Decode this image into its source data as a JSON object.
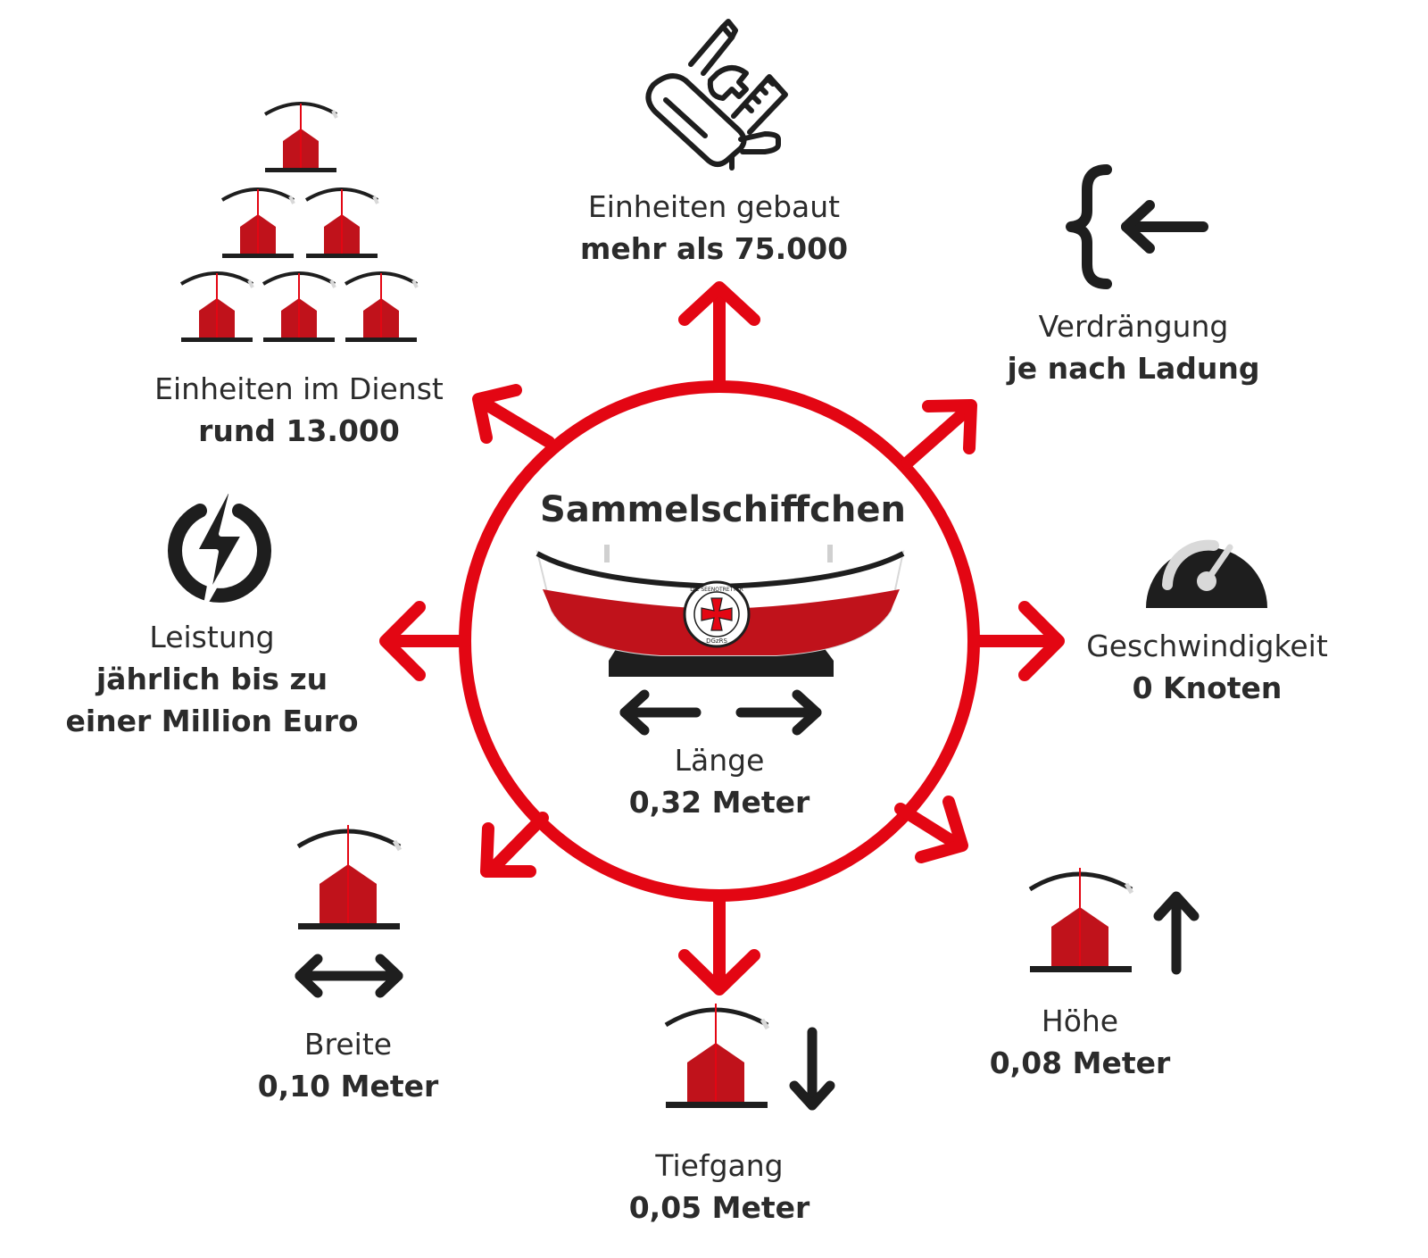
{
  "title": "Sammelschiffchen",
  "badge": {
    "text_top": "DIE SEENOTRETTER",
    "text_bottom": "DGzRS"
  },
  "colors": {
    "red": "#e30613",
    "hull_red": "#c0121b",
    "black": "#1e1e1e",
    "grey": "#d9d9d9"
  },
  "items": {
    "built": {
      "label": "Einheiten gebaut",
      "value": "mehr als 75.000",
      "icon": "multitool-icon"
    },
    "service": {
      "label": "Einheiten im Dienst",
      "value": "rund 13.000",
      "icon": "boat-pyramid-icon"
    },
    "displacement": {
      "label": "Verdrängung",
      "value": "je nach Ladung",
      "icon": "brace-arrow-icon"
    },
    "power": {
      "label": "Leistung",
      "value_line1": "jährlich bis zu",
      "value_line2": "einer Million Euro",
      "icon": "lightning-icon"
    },
    "speed": {
      "label": "Geschwindigkeit",
      "value": "0 Knoten",
      "icon": "speedometer-icon"
    },
    "length": {
      "label": "Länge",
      "value": "0,32 Meter",
      "icon": "double-arrow-horizontal-icon"
    },
    "width": {
      "label": "Breite",
      "value": "0,10 Meter",
      "icon": "boat-width-icon"
    },
    "draft": {
      "label": "Tiefgang",
      "value": "0,05 Meter",
      "icon": "boat-draft-icon"
    },
    "height": {
      "label": "Höhe",
      "value": "0,08 Meter",
      "icon": "boat-height-icon"
    }
  }
}
